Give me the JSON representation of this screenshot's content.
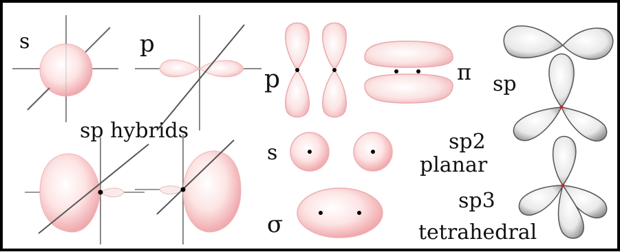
{
  "labels": {
    "s_top": "s",
    "p_top": "p",
    "sp_hybrids": "sp hybrids",
    "p_mid": "p",
    "pi": "π",
    "s_mid": "s",
    "sigma": "σ",
    "sp": "sp",
    "sp2": "sp2",
    "planar": "planar",
    "sp3": "sp3",
    "tetrahedral": "tetrahedral"
  },
  "colors": {
    "orbital_pink": "#f4b8bb",
    "orbital_pink_light": "#fde8e8",
    "lobe_gray": "#6f6f6f",
    "lobe_gray_light": "#f2f2f2",
    "axis": "#777777",
    "frame": "#000000"
  }
}
